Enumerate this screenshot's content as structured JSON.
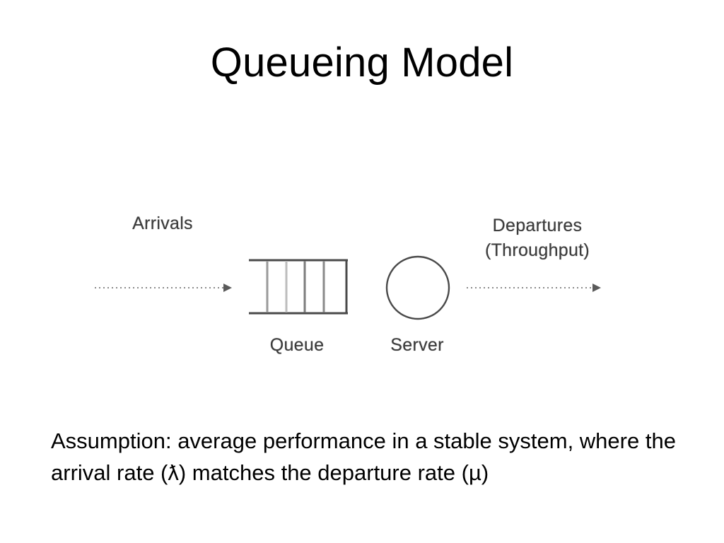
{
  "slide": {
    "title": "Queueing Model",
    "background_color": "#ffffff",
    "text_color": "#000000"
  },
  "diagram": {
    "name": "queueing-model-diagram",
    "line_color": "#4a4a4a",
    "label_color": "#3c3c3c",
    "arrow_color": "#8a8a8a",
    "labels": {
      "arrivals": "Arrivals",
      "departures": "Departures\n(Throughput)",
      "queue": "Queue",
      "server": "Server"
    },
    "queue_box": {
      "slots": 5,
      "dividers": 4,
      "open_side": "left"
    },
    "server_shape": "circle",
    "arrows": [
      {
        "name": "arrival-arrow",
        "direction": "right",
        "style": "dotted"
      },
      {
        "name": "departure-arrow",
        "direction": "right",
        "style": "dotted"
      }
    ]
  },
  "body": {
    "assumption": "Assumption: average performance in a stable system, where the arrival rate (ƛ) matches the departure rate (µ)",
    "symbols": {
      "arrival_rate": "ƛ",
      "departure_rate": "µ"
    }
  }
}
